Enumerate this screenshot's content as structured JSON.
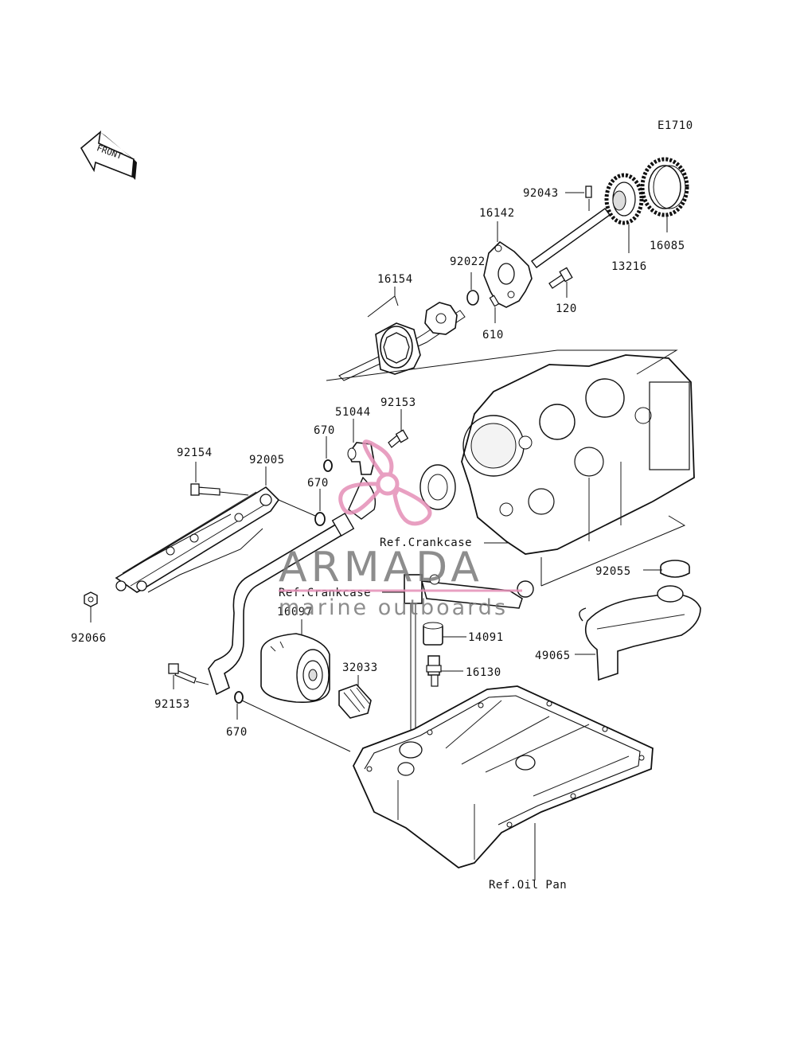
{
  "diagram": {
    "code": "E1710",
    "front_label": "FRONT",
    "parts": [
      {
        "id": "92043",
        "label": "92043"
      },
      {
        "id": "16142",
        "label": "16142"
      },
      {
        "id": "13216",
        "label": "13216"
      },
      {
        "id": "16085",
        "label": "16085"
      },
      {
        "id": "92022",
        "label": "92022"
      },
      {
        "id": "16154",
        "label": "16154"
      },
      {
        "id": "120",
        "label": "120"
      },
      {
        "id": "610",
        "label": "610"
      },
      {
        "id": "92153a",
        "label": "92153"
      },
      {
        "id": "51044",
        "label": "51044"
      },
      {
        "id": "670a",
        "label": "670"
      },
      {
        "id": "92154",
        "label": "92154"
      },
      {
        "id": "92005",
        "label": "92005"
      },
      {
        "id": "670b",
        "label": "670"
      },
      {
        "id": "92055",
        "label": "92055"
      },
      {
        "id": "92066",
        "label": "92066"
      },
      {
        "id": "16097",
        "label": "16097"
      },
      {
        "id": "14091",
        "label": "14091"
      },
      {
        "id": "49065",
        "label": "49065"
      },
      {
        "id": "32033",
        "label": "32033"
      },
      {
        "id": "16130",
        "label": "16130"
      },
      {
        "id": "92153b",
        "label": "92153"
      },
      {
        "id": "670c",
        "label": "670"
      }
    ],
    "references": [
      {
        "id": "crankcase1",
        "label": "Ref.Crankcase"
      },
      {
        "id": "crankcase2",
        "label": "Ref.Crankcase"
      },
      {
        "id": "oilpan",
        "label": "Ref.Oil Pan"
      }
    ]
  },
  "watermark": {
    "title": "ARMADA",
    "subtitle": "marine outboards",
    "color_pink": "#e58fb7",
    "color_gray": "#7a7a7a"
  }
}
